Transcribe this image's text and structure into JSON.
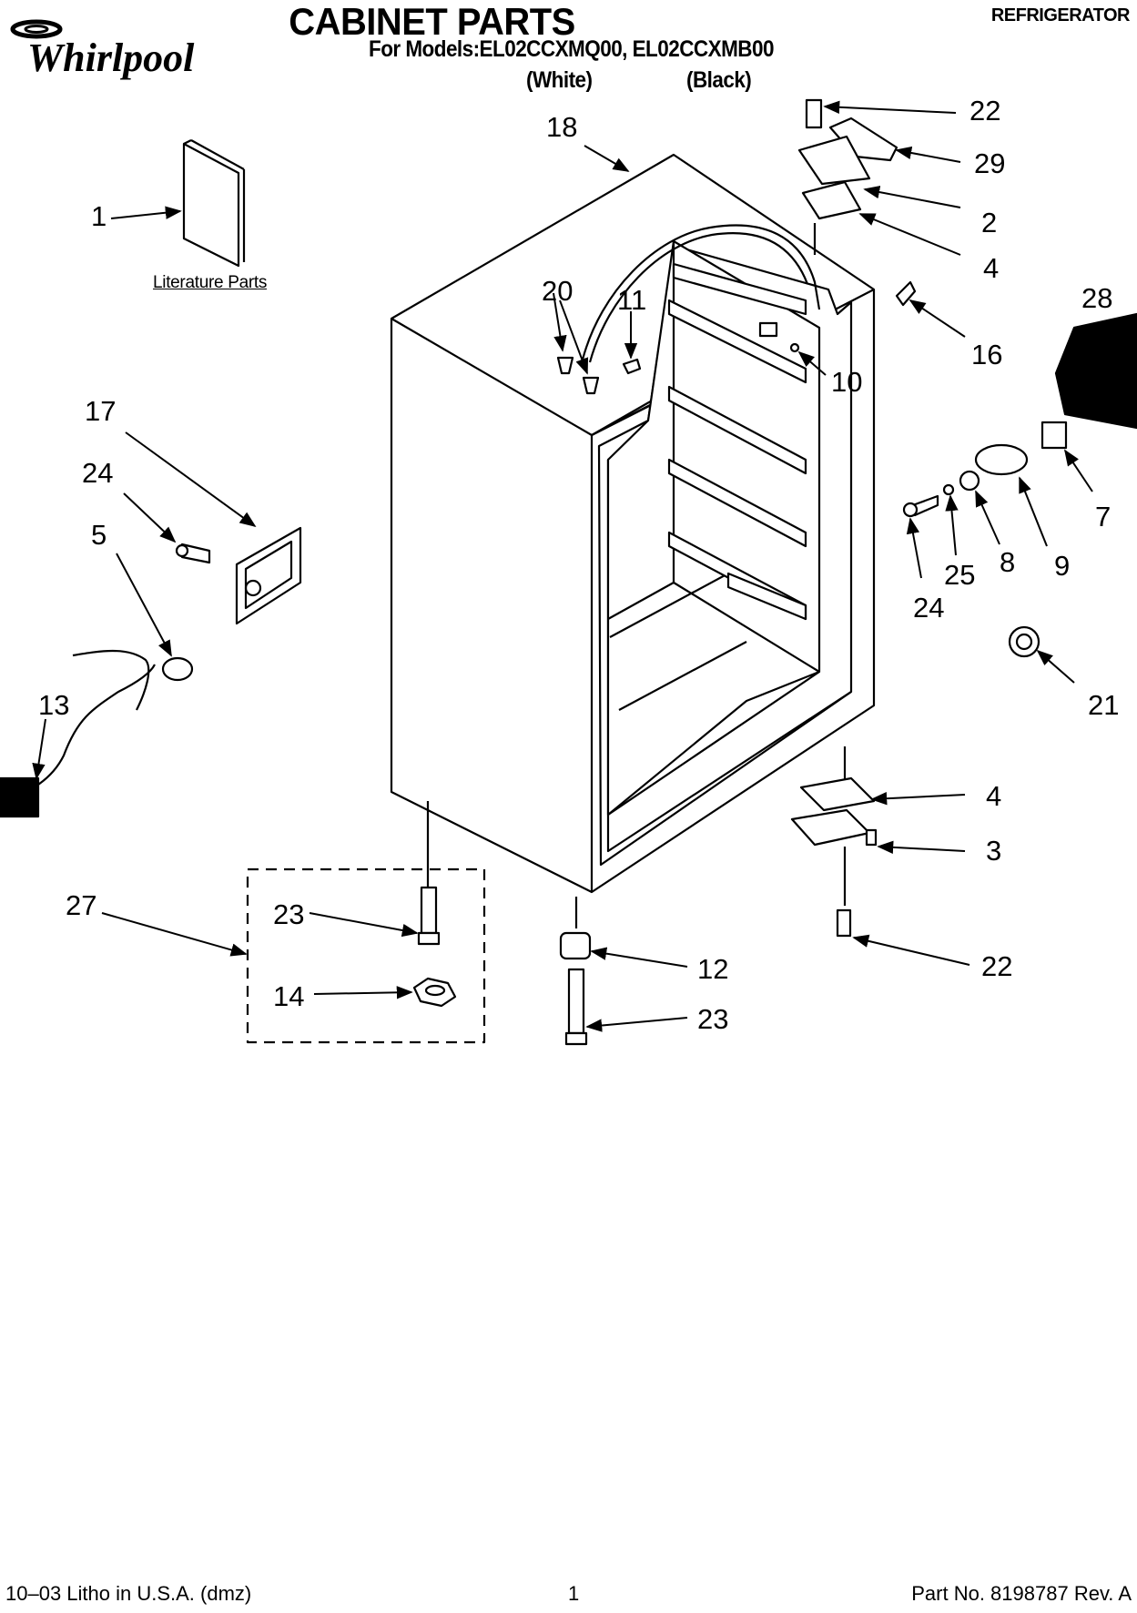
{
  "header": {
    "brand": "Whirlpool",
    "title": "CABINET PARTS",
    "category": "REFRIGERATOR",
    "models_line": "For Models:EL02CCXMQ00, EL02CCXMB00",
    "variants": [
      "(White)",
      "(Black)"
    ]
  },
  "labels": {
    "literature_parts": "Literature Parts"
  },
  "callouts": [
    "1",
    "2",
    "3",
    "4",
    "4",
    "5",
    "7",
    "8",
    "9",
    "10",
    "11",
    "12",
    "13",
    "14",
    "16",
    "17",
    "18",
    "20",
    "21",
    "22",
    "22",
    "23",
    "23",
    "24",
    "24",
    "25",
    "27",
    "28",
    "29"
  ],
  "footer": {
    "left": "10–03 Litho in U.S.A. (dmz)",
    "center": "1",
    "right": "Part No. 8198787 Rev. A"
  }
}
